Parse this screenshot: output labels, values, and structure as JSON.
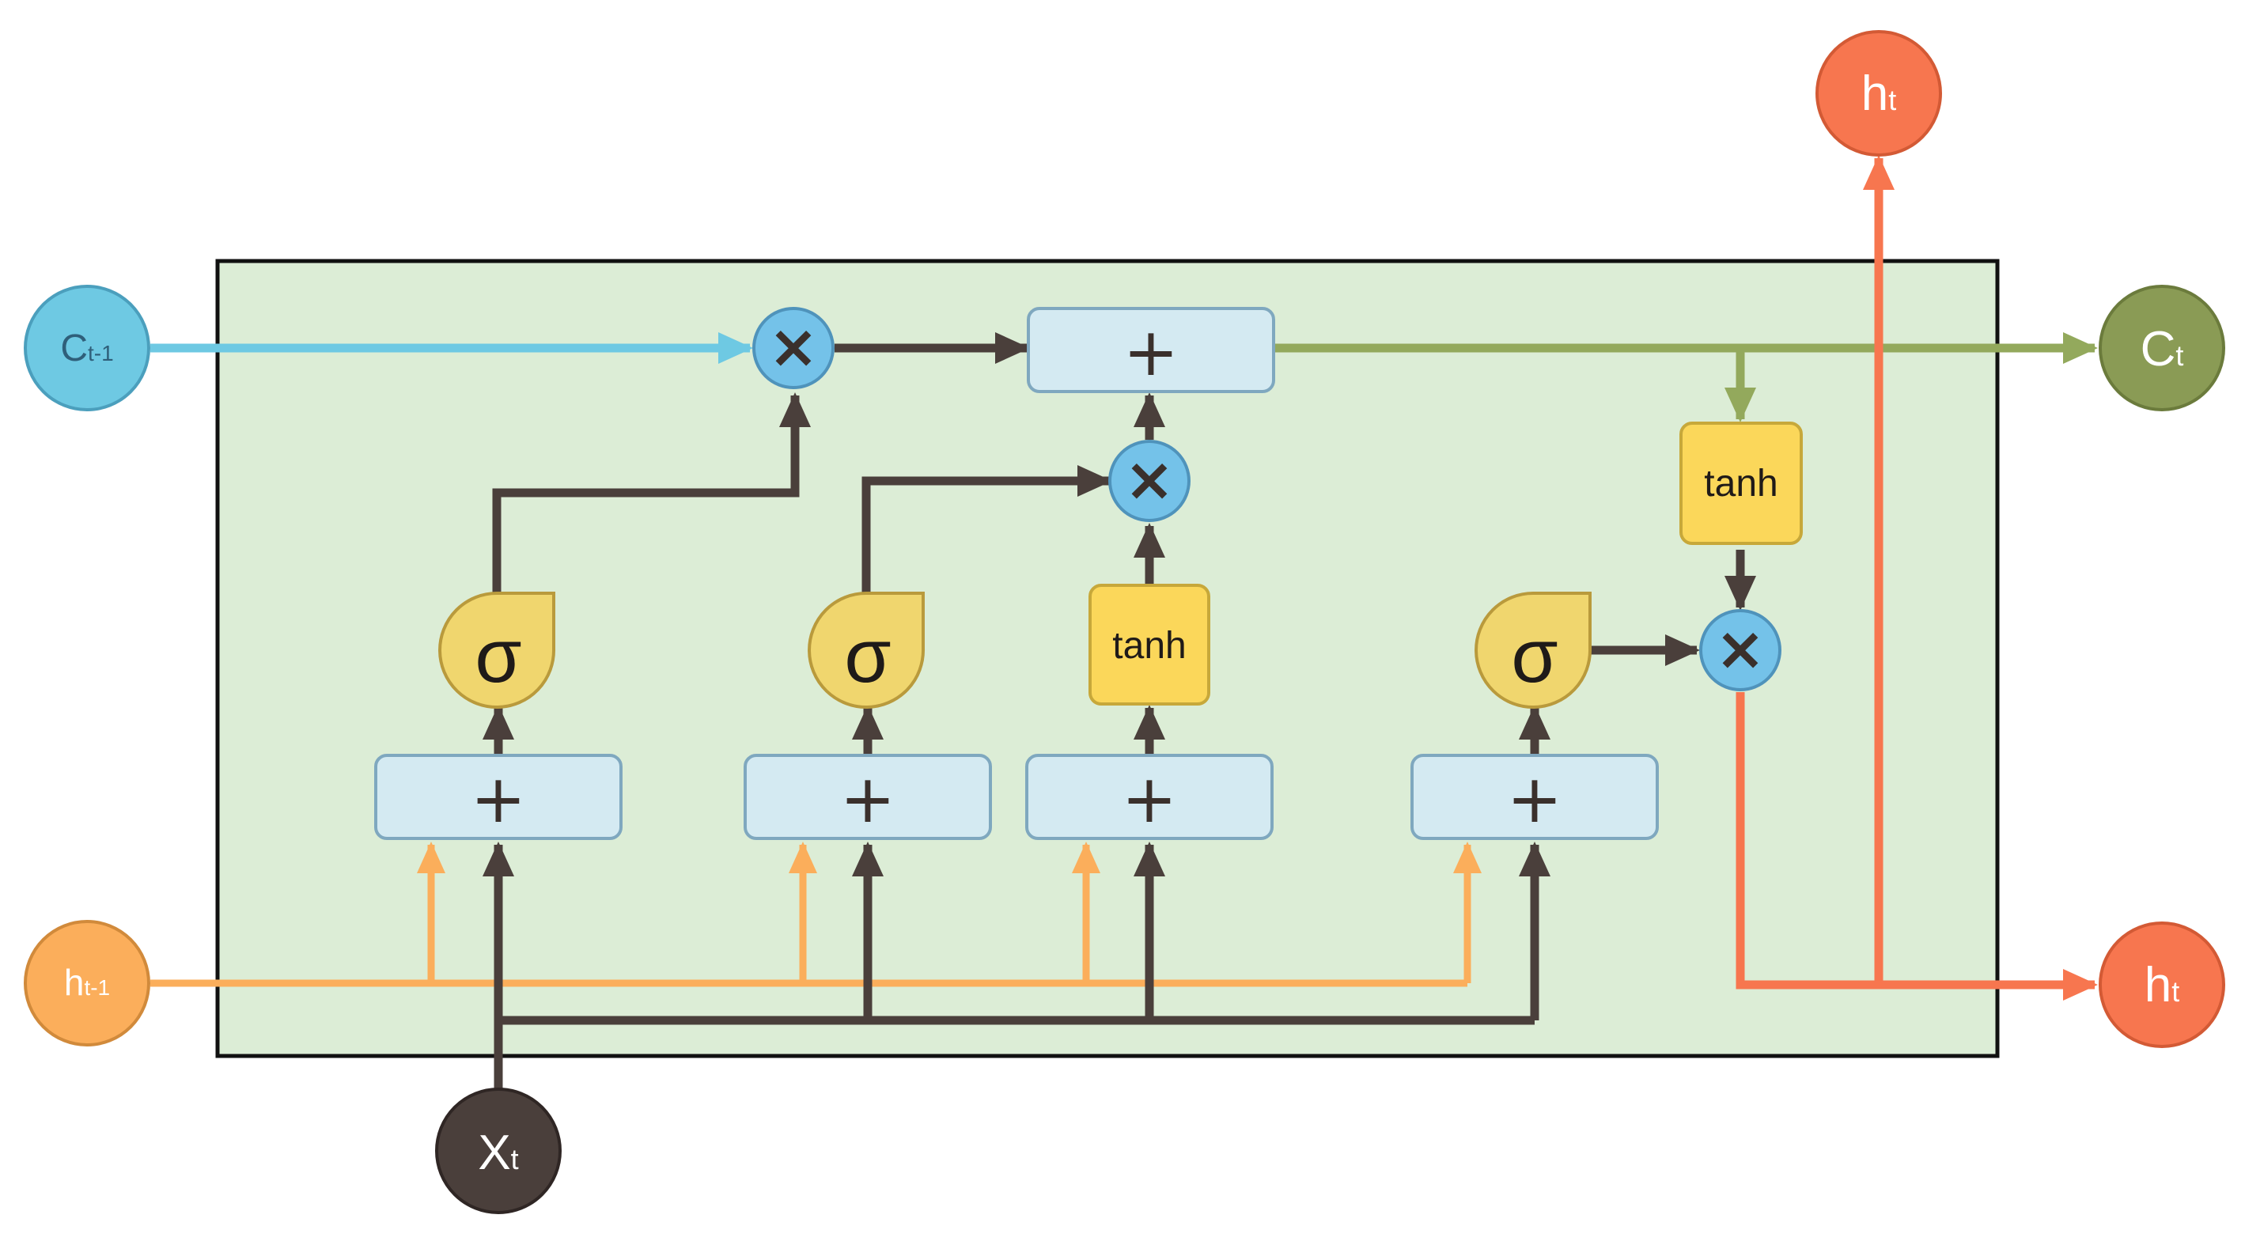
{
  "diagram": {
    "inputs": {
      "c_prev": {
        "main": "C",
        "sub": "t-1"
      },
      "h_prev": {
        "main": "h",
        "sub": "t-1"
      },
      "x_t": {
        "main": "X",
        "sub": "t"
      }
    },
    "outputs": {
      "c_t": {
        "main": "C",
        "sub": "t"
      },
      "h_t_right": {
        "main": "h",
        "sub": "t"
      },
      "h_t_top": {
        "main": "h",
        "sub": "t"
      }
    },
    "ops": {
      "multiply": "×",
      "add": "+",
      "sigma": "σ",
      "tanh": "tanh"
    },
    "colors": {
      "cell_bg": "#dcedd6",
      "cell_border": "#111111",
      "c_prev": "#6ec9e3",
      "h_prev": "#fbae5b",
      "x_t": "#4a3f3b",
      "c_t": "#8a9b55",
      "h_t": "#f7764f",
      "sum_box": "#d4eaf2",
      "sum_border": "#7fa8bf",
      "gate": "#f0d66e",
      "tanh_box": "#fbd75a",
      "mult": "#74c2e9",
      "dark_line": "#4a3f3b",
      "green_line": "#93a95c"
    }
  }
}
